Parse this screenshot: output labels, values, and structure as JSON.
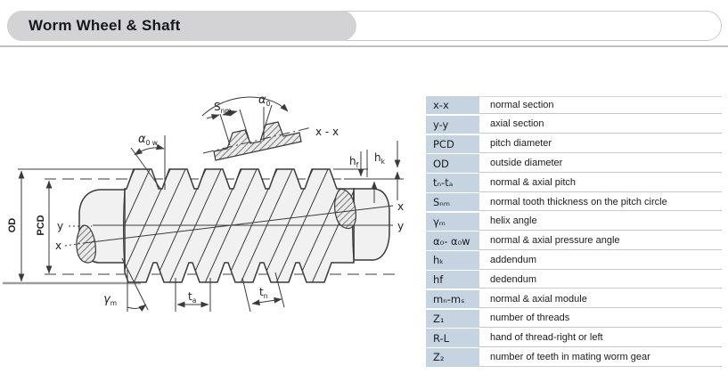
{
  "header": {
    "title": "Worm Wheel & Shaft"
  },
  "diagram": {
    "labels": {
      "od": "OD",
      "pcd": "PCD",
      "y_left": "y",
      "x_left": "x",
      "x_right": "x",
      "y_right": "y",
      "xx_section": "x - x",
      "alpha0w_base": "α",
      "alpha0w_sub": "0 w",
      "snm_base": "S",
      "snm_sub": "nm",
      "alpha0_base": "α",
      "alpha0_sub": "0",
      "hf_base": "h",
      "hf_sub": "f",
      "hk_base": "h",
      "hk_sub": "k",
      "gamma_base": "γ",
      "gamma_sub": "m",
      "ta_base": "t",
      "ta_sub": "a",
      "tn_base": "t",
      "tn_sub": "n"
    }
  },
  "table": {
    "rows": [
      {
        "sym": "x-x",
        "desc": "normal section"
      },
      {
        "sym": "y-y",
        "desc": "axial section"
      },
      {
        "sym": "PCD",
        "desc": "pitch diameter"
      },
      {
        "sym": "OD",
        "desc": "outside diameter"
      },
      {
        "sym": "tₙ-tₐ",
        "desc": "normal & axial pitch"
      },
      {
        "sym": "Sₙₘ",
        "desc": "normal tooth thickness on the pitch circle"
      },
      {
        "sym": "γₘ",
        "desc": "helix angle"
      },
      {
        "sym": "α₀- α₀w",
        "desc": "normal & axial pressure angle"
      },
      {
        "sym": "hₖ",
        "desc": "addendum"
      },
      {
        "sym": "hf",
        "desc": "dedendum"
      },
      {
        "sym": "mₙ-mₛ",
        "desc": "normal & axial module"
      },
      {
        "sym": "Z₁",
        "desc": "number of threads"
      },
      {
        "sym": "R-L",
        "desc": "hand of thread-right or left"
      },
      {
        "sym": "Z₂",
        "desc": "number of teeth in mating worm gear"
      }
    ]
  }
}
